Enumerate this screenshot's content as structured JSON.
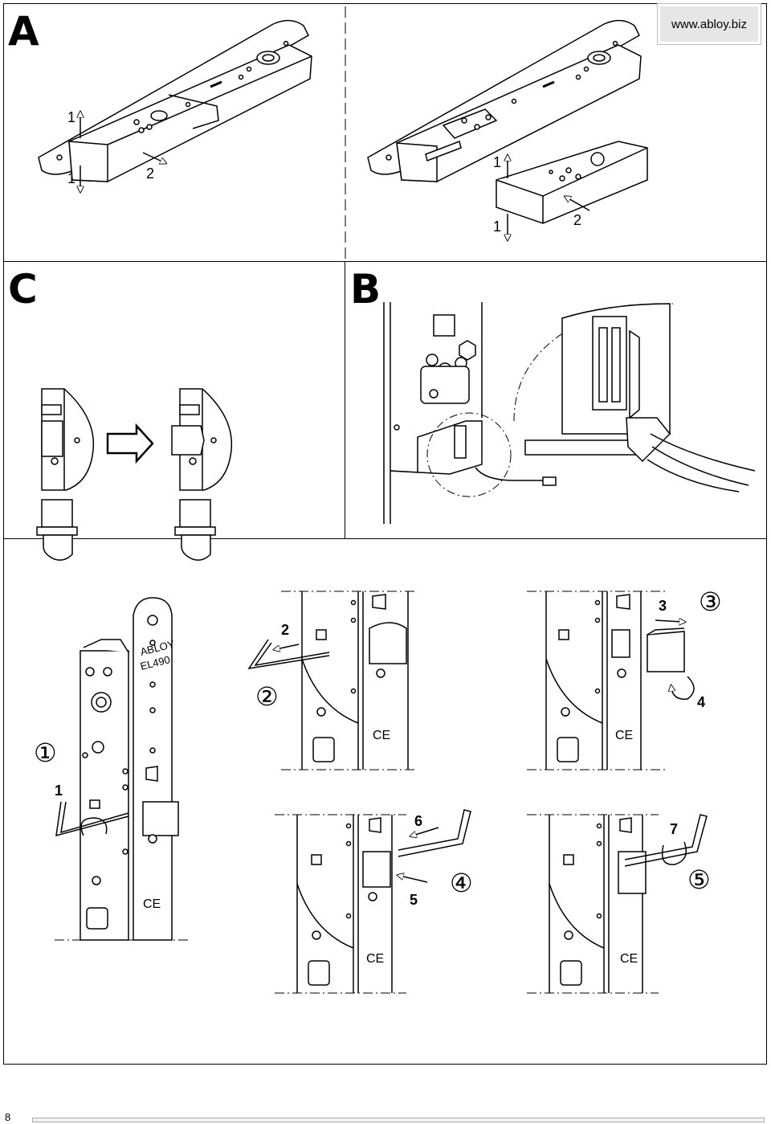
{
  "site": "www.abloy.biz",
  "panels": {
    "a": {
      "letter": "A",
      "labels": [
        "1",
        "1",
        "2",
        "1",
        "1",
        "2"
      ]
    },
    "c": {
      "letter": "C"
    },
    "b": {
      "letter": "B"
    }
  },
  "product": {
    "brand": "ABLOY",
    "model": "EL490"
  },
  "steps": {
    "circled": [
      "①",
      "②",
      "③",
      "④",
      "⑤"
    ],
    "arrows": [
      "1",
      "2",
      "3",
      "4",
      "5",
      "6",
      "7"
    ]
  },
  "marks": {
    "ce": "CE"
  },
  "footer": {
    "page_number": "8"
  }
}
